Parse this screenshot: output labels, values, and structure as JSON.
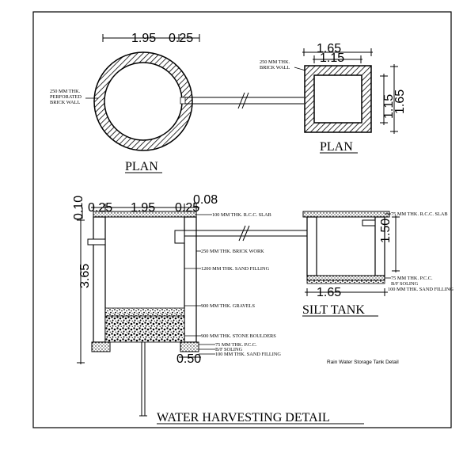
{
  "plan_well": {
    "title": "PLAN",
    "dim_diameter": "1.95",
    "dim_wall": "0.25",
    "label_line1": "250 MM THK.",
    "label_line2": "PERFORATED",
    "label_line3": "BRICK WALL"
  },
  "plan_silt": {
    "title": "PLAN",
    "dim_outer": "1.65",
    "dim_inner": "1.15",
    "dim_v_inner": "1.15",
    "dim_v_outer": "1.65",
    "label_line1": "250 MM THK.",
    "label_line2": "BRICK WALL"
  },
  "section": {
    "dim_top_left": "0.25",
    "dim_top_mid": "1.95",
    "dim_top_right": "0.25",
    "dim_top_extra": "0.08",
    "dim_slab": "0.10",
    "dim_depth": "3.65",
    "dim_base": "0.50",
    "labels": {
      "slab": "100 MM THK. R.C.C. SLAB",
      "brick": "250 MM THK. BRICK WORK",
      "sand": "1200 MM THK. SAND FILLING",
      "gravel": "900 MM THK. GRAVELS",
      "boulders": "900 MM THK. STONE BOULDERS",
      "pcc": "75 MM THK. P.C.C.",
      "soling": "B/F SOLING",
      "sand_base": "100 MM THK. SAND FILLING"
    },
    "title": "WATER HARVESTING DETAIL"
  },
  "silt_section": {
    "dim_height": "1.50",
    "dim_width": "1.65",
    "labels": {
      "slab": "75 MM THK. R.C.C. SLAB",
      "pcc": "75 MM THK. P.C.C.",
      "soling": "B/F SOLING",
      "sand": "100 MM THK. SAND FILLING"
    },
    "title": "SILT TANK"
  },
  "caption": "Rain Water Storage Tank Detail"
}
